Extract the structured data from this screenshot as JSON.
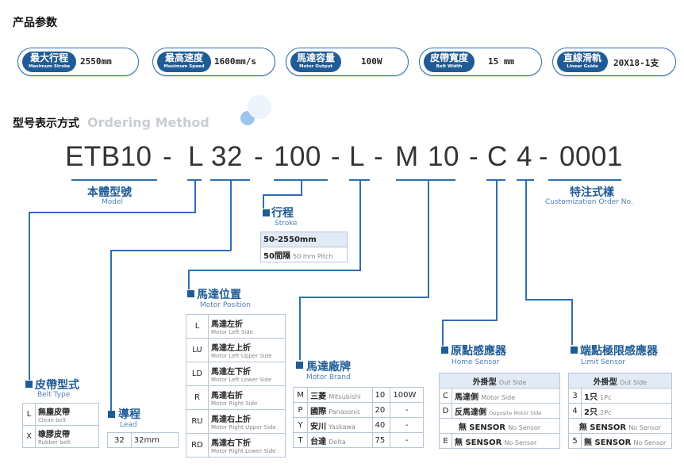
{
  "section1": {
    "title": "产品参数"
  },
  "specs": [
    {
      "zh": "最大行程",
      "en": "Maximum Stroke",
      "value": "2550mm"
    },
    {
      "zh": "最高速度",
      "en": "Maximum Speed",
      "value": "1600mm/s"
    },
    {
      "zh": "馬達容量",
      "en": "Motor Output",
      "value": "100W"
    },
    {
      "zh": "皮帶寬度",
      "en": "Belt Width",
      "value": "15 mm"
    },
    {
      "zh": "直線滑軌",
      "en": "Linear Guide",
      "value": "20X18-1支"
    }
  ],
  "section2": {
    "title": "型号表示方式",
    "subtitle": "Ordering Method"
  },
  "code": [
    "ETB10",
    "-",
    "L",
    "32",
    "-",
    "100",
    "-",
    "L",
    "-",
    "M",
    "10",
    "-",
    "C",
    "4",
    "-",
    "0001"
  ],
  "model": {
    "zh": "本體型號",
    "en": "Model"
  },
  "custom": {
    "zh": "特注式樣",
    "en": "Customization Order No."
  },
  "stroke": {
    "zh": "行程",
    "en": "Stroke",
    "range": "50-2550mm",
    "pitch_zh": "50間隔",
    "pitch_en": "50 mm Pitch"
  },
  "motor_position": {
    "zh": "馬達位置",
    "en": "Motor Position",
    "rows": [
      {
        "code": "L",
        "zh": "馬達左折",
        "en": "Motor Left Side"
      },
      {
        "code": "LU",
        "zh": "馬達左上折",
        "en": "Motor Left Upper Side"
      },
      {
        "code": "LD",
        "zh": "馬達左下折",
        "en": "Motor Left Lower Side"
      },
      {
        "code": "R",
        "zh": "馬達右折",
        "en": "Motor Right Side"
      },
      {
        "code": "RU",
        "zh": "馬達右上折",
        "en": "Motor Right Upper Side"
      },
      {
        "code": "RD",
        "zh": "馬達右下折",
        "en": "Motor Right Lower Side"
      }
    ]
  },
  "motor_brand": {
    "zh": "馬達廠牌",
    "en": "Motor Brand",
    "rows": [
      {
        "code": "M",
        "zh": "三菱",
        "en": "Mitsubishi",
        "num": "10",
        "w": "100W"
      },
      {
        "code": "P",
        "zh": "國際",
        "en": "Panasonic",
        "num": "20",
        "w": "-"
      },
      {
        "code": "Y",
        "zh": "安川",
        "en": "Yaskawa",
        "num": "40",
        "w": "-"
      },
      {
        "code": "T",
        "zh": "台達",
        "en": "Delta",
        "num": "75",
        "w": "-"
      }
    ]
  },
  "home_sensor": {
    "zh": "原點感應器",
    "en": "Home Sensor",
    "header_zh": "外掛型",
    "header_en": "Out Side",
    "rows": [
      {
        "code": "C",
        "zh": "馬達側",
        "en": "Motor Side"
      },
      {
        "code": "D",
        "zh": "反馬達側",
        "en": "Opposite Motor Side"
      }
    ],
    "none_zh": "無 SENSOR",
    "none_en": "No Sensor",
    "none_code": "E"
  },
  "limit_sensor": {
    "zh": "端點極限感應器",
    "en": "Limit Sensor",
    "header_zh": "外掛型",
    "header_en": "Out Side",
    "rows": [
      {
        "code": "3",
        "zh": "1只",
        "en": "1Pc"
      },
      {
        "code": "4",
        "zh": "2只",
        "en": "2Pc"
      }
    ],
    "none_zh": "無 SENSOR",
    "none_en": "No Sensor",
    "none_code": "5"
  },
  "belt_type": {
    "zh": "皮帶型式",
    "en": "Belt Type",
    "rows": [
      {
        "code": "L",
        "zh": "無塵皮帶",
        "en": "Clean belt"
      },
      {
        "code": "X",
        "zh": "橡膠皮帶",
        "en": "Rubber belt"
      }
    ]
  },
  "lead": {
    "zh": "導程",
    "en": "Lead",
    "code": "32",
    "value": "32mm"
  },
  "colors": {
    "accent": "#1f5b96",
    "line": "#2f6fb0",
    "table_highlight": "#e2ebf5"
  }
}
